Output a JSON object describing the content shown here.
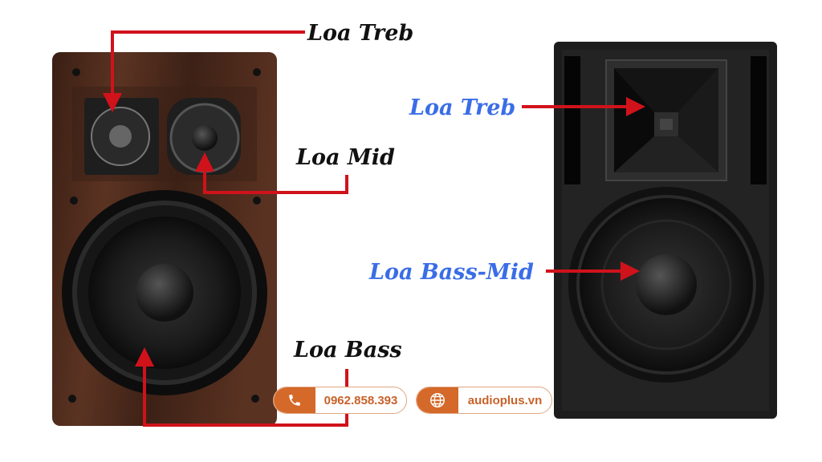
{
  "left_speaker": {
    "labels": {
      "treb": "Loa Treb",
      "mid": "Loa Mid",
      "bass": "Loa Bass"
    }
  },
  "right_speaker": {
    "labels": {
      "treb": "Loa Treb",
      "bass_mid": "Loa Bass-Mid"
    }
  },
  "contact": {
    "phone": "0962.858.393",
    "website": "audioplus.vn",
    "phone_icon": "phone-icon",
    "web_icon": "globe-icon"
  },
  "colors": {
    "arrow": "#d0121b",
    "blue_label": "#3a6de6",
    "badge": "#d4692a"
  }
}
